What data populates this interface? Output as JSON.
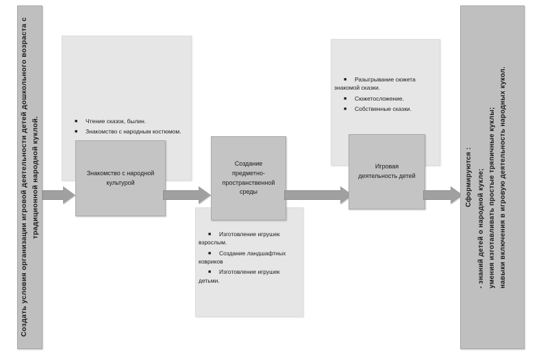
{
  "diagram": {
    "title_goal": "Создать условия организации игровой деятельности детей дошкольного возраста с традиционной народной куклой.",
    "result_label": "Сформируются :",
    "result_lines": "- знаний детей о народной кукле;\nумения изготавливать простые тряпичные куклы;\nнавыки включения в игровую деятельность народных кукол."
  },
  "stages": {
    "stage1": {
      "label": "Знакомство с народной\nкультурой"
    },
    "stage2": {
      "label": "Создание\nпредметно-\nпространственной\nсреды"
    },
    "stage3": {
      "label": "Игровая\nдеятельность детей"
    }
  },
  "notes": {
    "note1": {
      "bullets": [
        "Чтение сказок, былин.",
        "Знакомство с народным костюмом."
      ]
    },
    "note2": {
      "bullets": [
        "Изготовление игрушек взрослым.",
        "Создание ландшафтных ковриков",
        "Изготовление игрушек детьми."
      ]
    },
    "note3": {
      "bullets": [
        "Разыгрывание сюжета знакомой сказки.",
        "Сюжетосложение.",
        "Собственные сказки."
      ]
    }
  },
  "icons": {
    "bullet_glyph": "■",
    "arrow_name": "right-arrow"
  },
  "colors": {
    "endcap_fill": "#bfbfbf",
    "note_fill": "#e6e6e6",
    "process_fill": "#c4c4c4",
    "arrow_fill": "#a0a0a0",
    "text": "#1a1a1a",
    "background": "#ffffff"
  }
}
